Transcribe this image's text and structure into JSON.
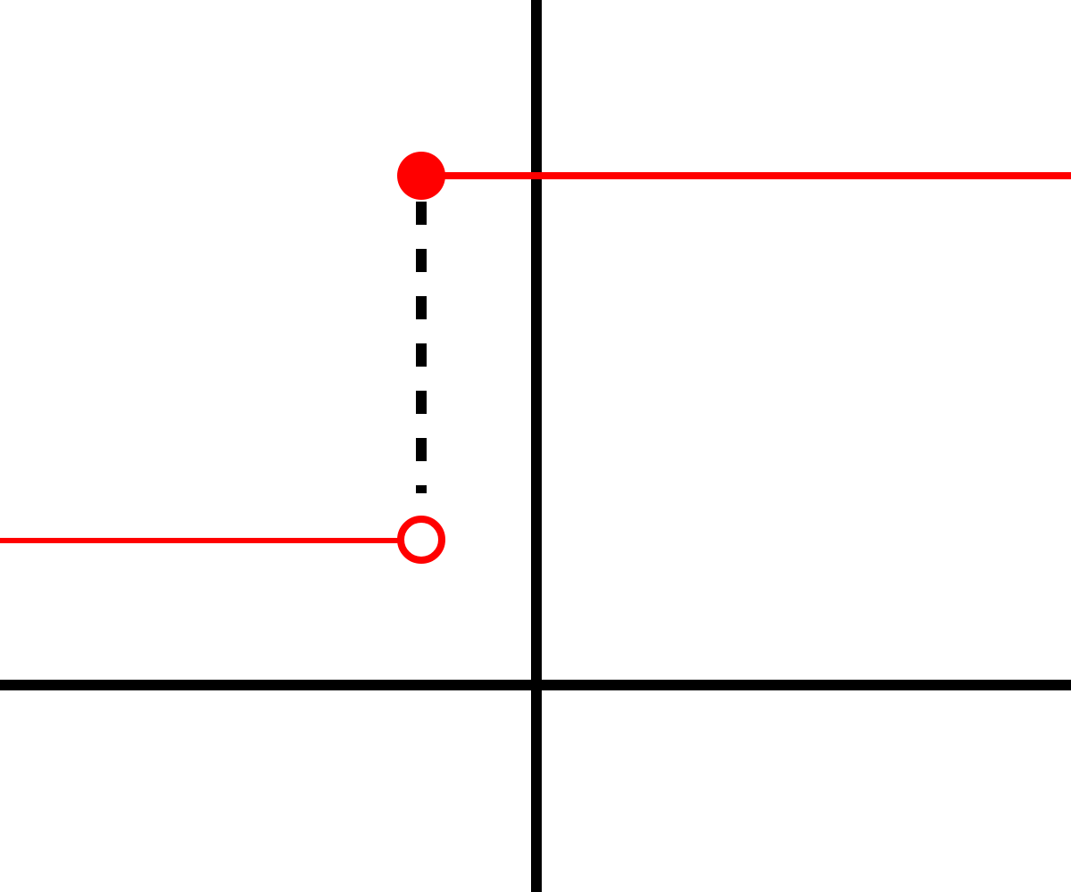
{
  "diagram": {
    "kind": "step-function-graph",
    "colors": {
      "axes": "#000000",
      "function": "#ff0000",
      "jump_guide": "#000000",
      "background": "#ffffff"
    },
    "elements": {
      "left_piece": {
        "direction": "extends-left",
        "endpoint": "open"
      },
      "right_piece": {
        "direction": "extends-right",
        "endpoint": "closed"
      },
      "jump_guide": {
        "style": "dashed"
      }
    }
  }
}
